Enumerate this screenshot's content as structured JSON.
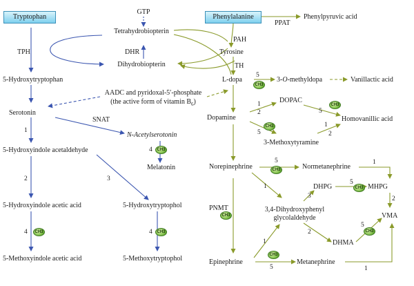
{
  "nodes": {
    "tryptophan": "Tryptophan",
    "phenylalanine": "Phenylalanine",
    "gtp": "GTP",
    "tetrahydrobiopterin": "Tetrahydrobiopterin",
    "dihydrobiopterin": "Dihydrobiopterin",
    "hydroxytryptophan": "5-Hydroxytryptophan",
    "serotonin": "Serotonin",
    "acetylserotonin": "N-Acetylserotonin",
    "melatonin": "Melatonin",
    "hiaa_aldehyde": "5-Hydroxyindole acetaldehyde",
    "hiaa": "5-Hydroxyindole acetic acid",
    "hydroxytryptophol": "5-Hydroxytryptophol",
    "methoxyindole": "5-Methoxyindole acetic acid",
    "methoxytryptophol": "5-Methoxytryptophol",
    "phenylpyruvic": "Phenylpyruvic acid",
    "tyrosine": "Tyrosine",
    "ldopa": "L-dopa",
    "omethyldopa_prefix": "3-",
    "omethyldopa_italic": "O",
    "omethyldopa_suffix": "-methyldopa",
    "vanillactic": "Vanillactic acid",
    "dopamine": "Dopamine",
    "dopac": "DOPAC",
    "homovanillic": "Homovanillic acid",
    "methoxytyramine": "3-Methoxytyramine",
    "norepinephrine": "Norepinephrine",
    "normetanephrine": "Normetanephrine",
    "dhpg": "DHPG",
    "mhpg": "MHPG",
    "dhpgly_line1": "3,4-Dihydroxyphenyl",
    "dhpgly_line2": "glycolaldehyde",
    "dhma": "DHMA",
    "vma": "VMA",
    "epinephrine": "Epinephrine",
    "metanephrine": "Metanephrine"
  },
  "enzymes": {
    "tph": "TPH",
    "dhr": "DHR",
    "pah": "PAH",
    "th": "TH",
    "ppat": "PPAT",
    "snat": "SNAT",
    "pnmt": "PNMT",
    "aadc_line1": "AADC and pyridoxal-5′-phosphate",
    "aadc_line2": "(the active form of vitamin B",
    "aadc_sub": "6",
    "aadc_close": ")"
  },
  "methyl_label": "CH3",
  "step_numbers": {
    "s1": "1",
    "s2": "2",
    "s3": "3",
    "s4a": "4",
    "s4b": "4",
    "s4c": "4",
    "l5": "5",
    "d1": "1",
    "d5": "5",
    "dop5": "5",
    "mt1": "1",
    "dopac2": "2",
    "ne5": "5",
    "ne1": "1",
    "nm1": "1",
    "dh3": "3",
    "dh5": "5",
    "g2": "2",
    "mh2": "2",
    "dhma5": "5",
    "ep1": "1",
    "ep5": "5",
    "met1": "1"
  },
  "colors": {
    "tryptophan_path": "#3b56b0",
    "phenylalanine_path": "#8a9a2a",
    "box_fill": "#7fd0ee"
  }
}
